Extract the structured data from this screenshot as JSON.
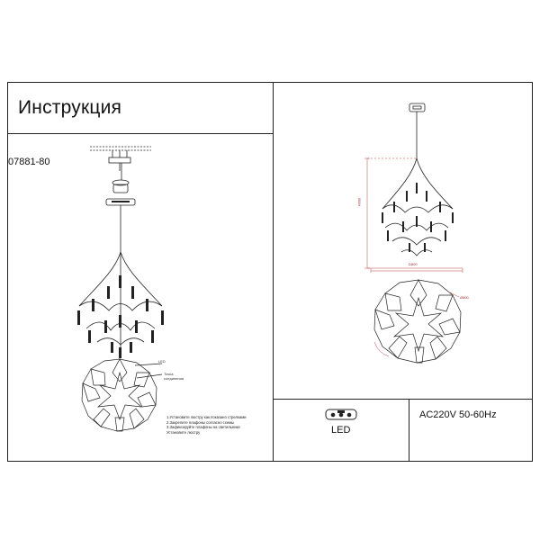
{
  "header": {
    "title": "Инструкция"
  },
  "product": {
    "model": "07881-80"
  },
  "left_annotations": {
    "led": "LED",
    "point": "Точка",
    "point2": "соединения"
  },
  "notes": [
    "1.Установите люстру как показано стрелками",
    "2.Закрепите плафоны согласно схемы",
    "3.Зафиксируйте плафоны на светильнике",
    "Установите люстру"
  ],
  "specs": {
    "led_label": "LED",
    "power": "AC220V 50-60Hz",
    "dim_height": "H900",
    "dim_width": "D800",
    "dim_diameter": "Ø800"
  },
  "icons": {
    "led_module": "led-module-icon"
  }
}
